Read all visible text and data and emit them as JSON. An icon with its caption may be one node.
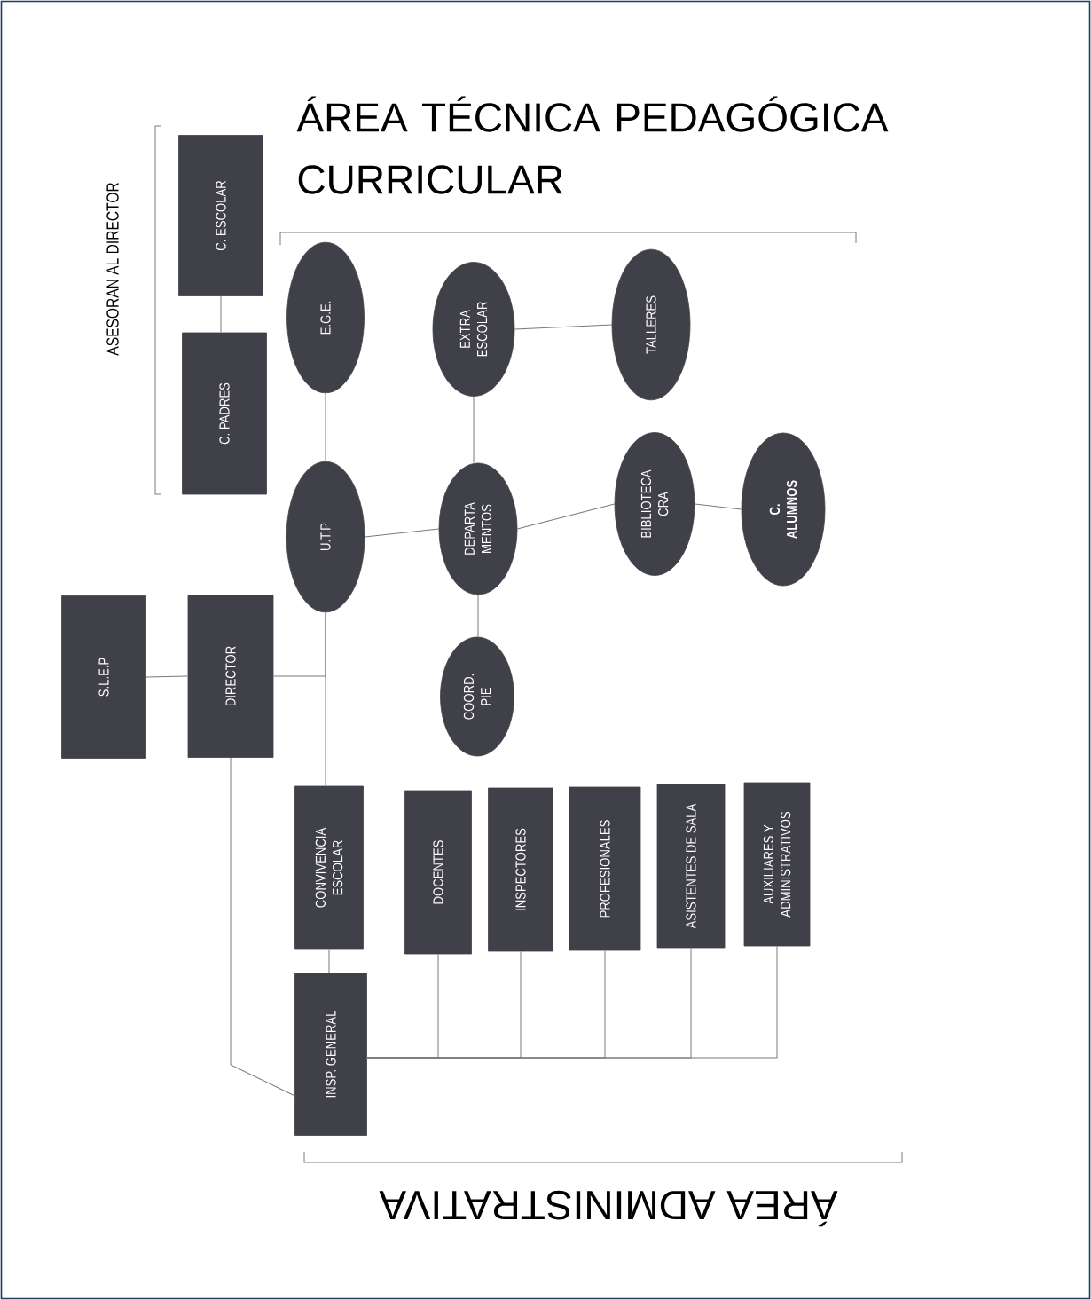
{
  "diagram": {
    "title": "ÁREA TÉCNICA PEDAGÓGICA CURRICULAR",
    "nodes": [
      {
        "text": [
          "C. ESCOLAR"
        ]
      },
      {
        "text": [
          "C. PADRES"
        ]
      },
      {
        "text": [
          "E.G.E."
        ]
      },
      {
        "text": [
          "EXTRA ESCOLAR"
        ]
      },
      {
        "text": [
          "TALLERES"
        ]
      },
      {
        "text": [
          "U.T.P"
        ]
      },
      {
        "text": [
          "DEPARTA MENTOS"
        ]
      },
      {
        "text": [
          "BIBLIOTECA CRA"
        ]
      },
      {
        "text": [
          "C. ALUMNOS"
        ]
      },
      {
        "text": [
          "COORD. PIE"
        ]
      },
      {
        "text": [
          "S.L.E.P"
        ]
      },
      {
        "text": [
          "DIRECTOR"
        ]
      },
      {
        "text": [
          "CONVIVENCIA ESCOLAR"
        ]
      },
      {
        "text": [
          "DOCENTES"
        ]
      },
      {
        "text": [
          "INSPECTORES"
        ]
      },
      {
        "text": [
          "PROFESIONALES"
        ]
      },
      {
        "text": [
          "ASISTENTES DE SALA"
        ]
      },
      {
        "text": [
          "AUXILIARES Y ADMINISTRATIVOS"
        ]
      },
      {
        "text": [
          "INSP. GENERAL"
        ]
      }
    ],
    "edges": [
      {
        "from": 0,
        "to": 1,
        "arrow": "none"
      },
      {
        "from": 2,
        "to": 5,
        "arrow": "none"
      },
      {
        "from": 3,
        "to": 4,
        "arrow": "none"
      },
      {
        "from": 3,
        "to": 6,
        "arrow": "none"
      },
      {
        "from": 5,
        "to": 6,
        "arrow": "none"
      },
      {
        "from": 6,
        "to": 7,
        "arrow": "none"
      },
      {
        "from": 7,
        "to": 8,
        "arrow": "none"
      },
      {
        "from": 6,
        "to": 9,
        "arrow": "none"
      },
      {
        "from": 10,
        "to": 11,
        "arrow": "none"
      },
      {
        "from": 5,
        "to": 12,
        "arrow": "none"
      },
      {
        "from": 11,
        "to": 5,
        "arrow": "none"
      },
      {
        "from": 12,
        "to": 18,
        "arrow": "none"
      },
      {
        "from": 11,
        "to": 18,
        "arrow": "none"
      },
      {
        "from": 18,
        "to": 13,
        "arrow": "none"
      },
      {
        "from": 18,
        "to": 14,
        "arrow": "none"
      },
      {
        "from": 18,
        "to": 15,
        "arrow": "none"
      },
      {
        "from": 18,
        "to": 16,
        "arrow": "none"
      },
      {
        "from": 18,
        "to": 17,
        "arrow": "none"
      }
    ],
    "labels": [
      "ASESORAN AL DIRECTOR",
      "ÁREA ADMINISTRATIVA"
    ]
  }
}
